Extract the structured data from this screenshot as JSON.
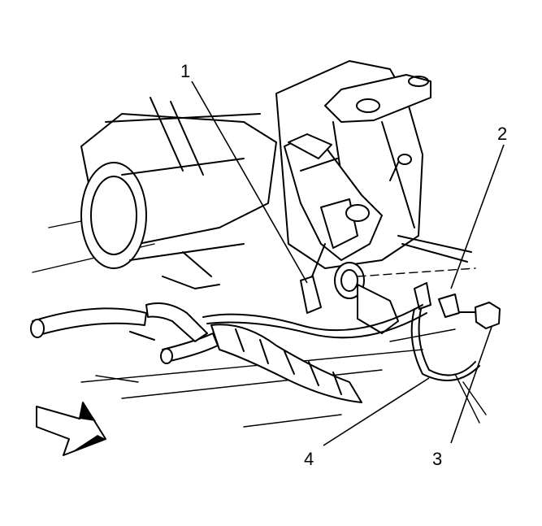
{
  "callouts": [
    {
      "id": "1",
      "label": "1"
    },
    {
      "id": "2",
      "label": "2"
    },
    {
      "id": "3",
      "label": "3"
    },
    {
      "id": "4",
      "label": "4"
    }
  ],
  "colors": {
    "ink": "#000000",
    "paper": "#ffffff"
  },
  "icons": [
    "direction-arrow-icon"
  ]
}
